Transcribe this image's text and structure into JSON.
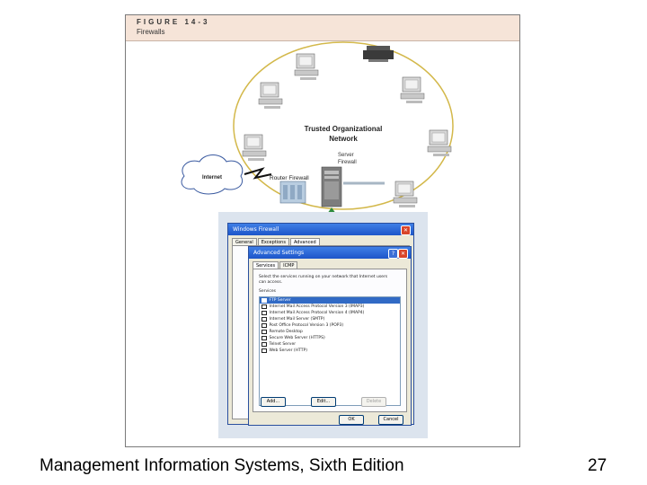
{
  "figure": {
    "label": "FIGURE 14-3",
    "caption": "Firewalls"
  },
  "network": {
    "trusted_line1": "Trusted Organizational",
    "trusted_line2": "Network",
    "server_line1": "Server",
    "server_line2": "Firewall",
    "internet": "Internet",
    "router": "Router Firewall"
  },
  "firewall_window": {
    "title": "Windows Firewall",
    "tabs": [
      "General",
      "Exceptions",
      "Advanced"
    ]
  },
  "advanced_dialog": {
    "title": "Advanced Settings",
    "tabs": [
      "Services",
      "ICMP"
    ],
    "description": "Select the services running on your network that Internet users can access.",
    "services_label": "Services",
    "services": [
      {
        "name": "FTP Server",
        "checked": false,
        "selected": true
      },
      {
        "name": "Internet Mail Access Protocol Version 3 (IMAP3)",
        "checked": false,
        "selected": false
      },
      {
        "name": "Internet Mail Access Protocol Version 4 (IMAP4)",
        "checked": false,
        "selected": false
      },
      {
        "name": "Internet Mail Server (SMTP)",
        "checked": false,
        "selected": false
      },
      {
        "name": "Post Office Protocol Version 3 (POP3)",
        "checked": false,
        "selected": false
      },
      {
        "name": "Remote Desktop",
        "checked": false,
        "selected": false
      },
      {
        "name": "Secure Web Server (HTTPS)",
        "checked": false,
        "selected": false
      },
      {
        "name": "Telnet Server",
        "checked": false,
        "selected": false
      },
      {
        "name": "Web Server (HTTP)",
        "checked": false,
        "selected": false
      }
    ],
    "buttons": {
      "add": "Add...",
      "edit": "Edit...",
      "delete": "Delete",
      "ok": "OK",
      "cancel": "Cancel"
    }
  },
  "footer": {
    "title": "Management Information Systems, Sixth Edition",
    "page": "27"
  }
}
